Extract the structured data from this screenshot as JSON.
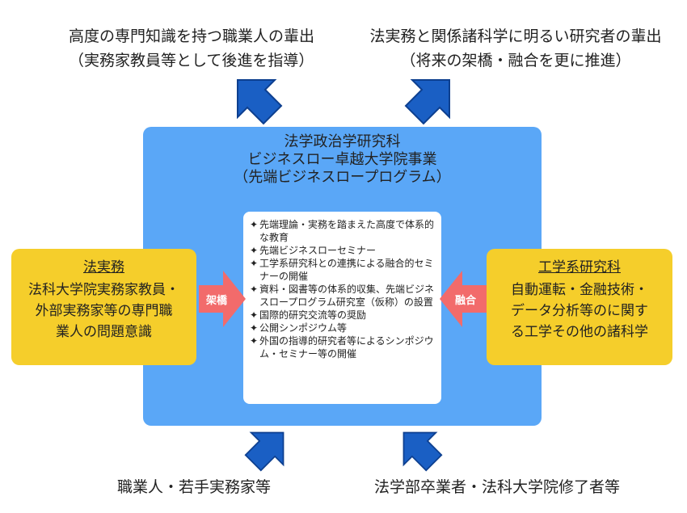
{
  "outputs": {
    "left_line1": "高度の専門知識を持つ職業人の輩出",
    "left_line2": "（実務家教員等として後進を指導）",
    "right_line1": "法実務と関係諸科学に明るい研究者の輩出",
    "right_line2": "（将来の架橋・融合を更に推進）"
  },
  "program": {
    "title_line1": "法学政治学研究科",
    "title_line2": "ビジネスロー卓越大学院事業",
    "title_line3": "（先端ビジネスロープログラム）",
    "bullet_mark": "✦",
    "items": [
      "先端理論・実務を踏まえた高度で体系的な教育",
      "先端ビジネスローセミナー",
      "工学系研究科との連携による融合的セミナーの開催",
      "資料・図書等の体系的収集、先端ビジネスロープログラム研究室（仮称）の設置",
      "国際的研究交流等の奨励",
      "公開シンポジウム等",
      "外国の指導的研究者等によるシンポジウム・セミナー等の開催"
    ]
  },
  "left_box": {
    "title": "法実務",
    "body_line1": "法科大学院実務家教員・",
    "body_line2": "外部実務家等の専門職",
    "body_line3": "業人の問題意識"
  },
  "right_box": {
    "title": "工学系研究科",
    "body_line1": "自動運転・金融技術・",
    "body_line2": "データ分析等のに関す",
    "body_line3": "る工学その他の諸科学"
  },
  "connectors": {
    "left_label": "架橋",
    "right_label": "融合"
  },
  "inputs": {
    "left": "職業人・若手実務家等",
    "right": "法学部卒業者・法科大学院修了者等"
  },
  "colors": {
    "main_box": "#5aa7f7",
    "side_box": "#f5ce2b",
    "connector_arrow": "#f26b6b",
    "flow_arrow": "#1a5fc4"
  }
}
